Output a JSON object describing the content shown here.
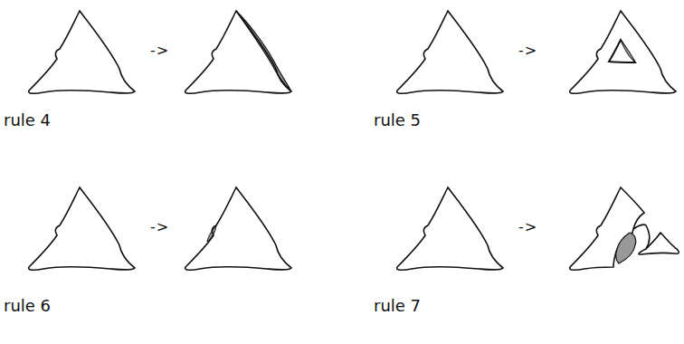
{
  "diagram": {
    "labels": [
      "->",
      "->",
      "rule 4",
      "rule 5",
      "->",
      "->",
      "rule 6",
      "rule 7"
    ]
  }
}
